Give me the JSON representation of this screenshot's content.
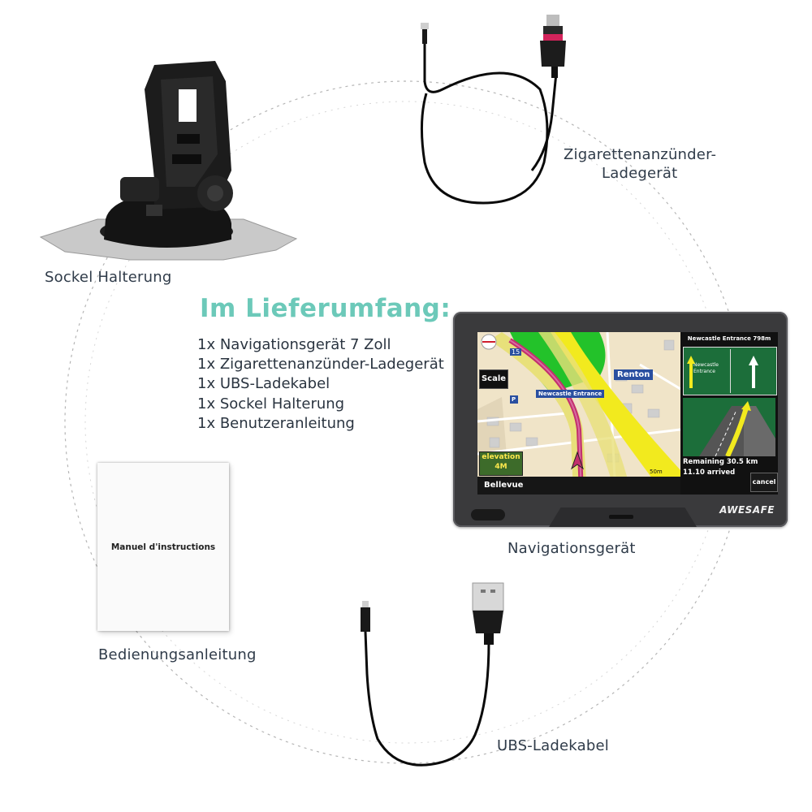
{
  "headline": "Im Lieferumfang:",
  "contents": [
    "1x Navigationsgerät 7 Zoll",
    "1x Zigarettenanzünder-Ladegerät",
    "1x UBS-Ladekabel",
    "1x Sockel Halterung",
    "1x Benutzeranleitung"
  ],
  "captions": {
    "mount": "Sockel Halterung",
    "charger_line1": "Zigarettenanzünder-",
    "charger_line2": "Ladegerät",
    "navigator": "Navigationsgerät",
    "manual": "Bedienungsanleitung",
    "usb_cable": "UBS-Ladekabel"
  },
  "manual": {
    "title": "Manuel d'instructions"
  },
  "device": {
    "brand": "AWESAFE",
    "screen": {
      "scale_button": "Scale",
      "road_label": "15",
      "place_renton": "Renton",
      "entrance_tag": "Newcastle Entrance",
      "elevation_line1": "elevation",
      "elevation_line2": "4M",
      "scale_bar": "50m",
      "current_street": "Bellevue",
      "next_turn": "Newcastle Entrance 798m",
      "sign_text_line1": "Newcastle",
      "sign_text_line2": "Entrance",
      "remaining": "Remaining 30.5 km",
      "arrival": "11.10 arrived",
      "cancel_button": "cancel"
    }
  },
  "colors": {
    "headline": "#6cc9b9",
    "map_green": "#23c22a",
    "map_yellow": "#f2ea1e",
    "route_pink": "#c2306e",
    "sign_green": "#1c6e3a"
  }
}
